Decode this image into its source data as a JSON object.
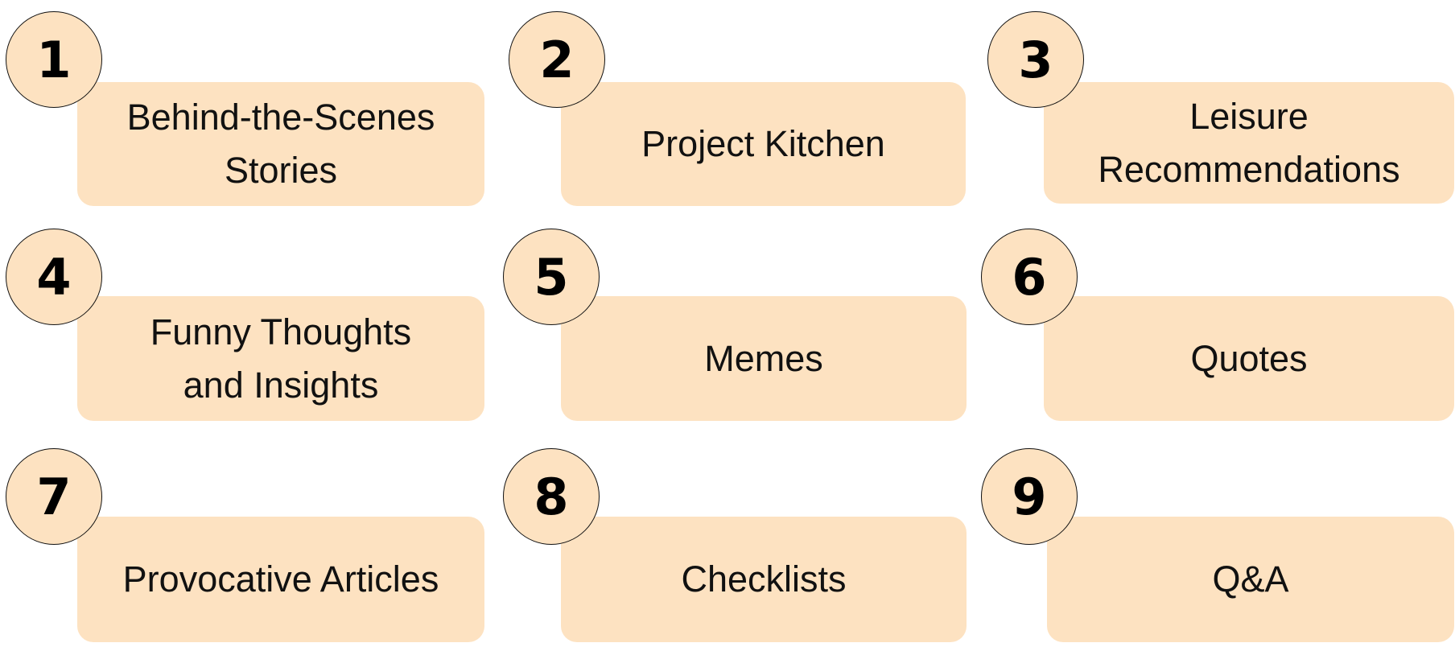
{
  "colors": {
    "card_fill": "#fde2c1",
    "badge_fill": "#fde2c1",
    "badge_border": "#111111",
    "text": "#111111"
  },
  "items": [
    {
      "number": "1",
      "label": "Behind-the-Scenes\nStories"
    },
    {
      "number": "2",
      "label": "Project Kitchen"
    },
    {
      "number": "3",
      "label": "Leisure\nRecommendations"
    },
    {
      "number": "4",
      "label": "Funny Thoughts\nand Insights"
    },
    {
      "number": "5",
      "label": "Memes"
    },
    {
      "number": "6",
      "label": "Quotes"
    },
    {
      "number": "7",
      "label": "Provocative Articles"
    },
    {
      "number": "8",
      "label": "Checklists"
    },
    {
      "number": "9",
      "label": "Q&A"
    }
  ]
}
